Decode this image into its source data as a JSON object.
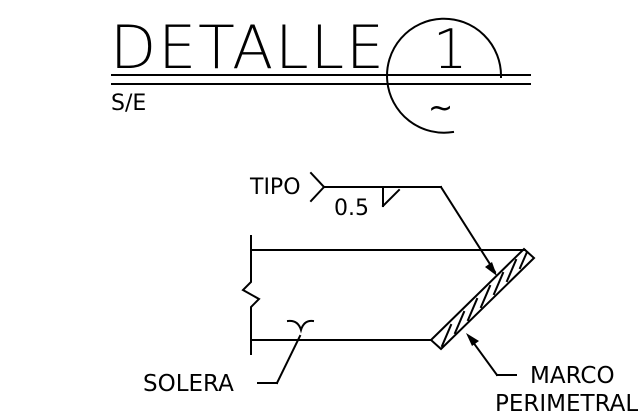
{
  "detail_header": {
    "title": "DETALLE",
    "detail_number": "1",
    "sheet_symbol": "~",
    "scale": "S/E"
  },
  "weld_callout": {
    "type_label": "TIPO",
    "size": "0.5"
  },
  "labels": {
    "solera": "SOLERA",
    "marco_line1": "MARCO",
    "marco_line2": "PERIMETRAL"
  }
}
